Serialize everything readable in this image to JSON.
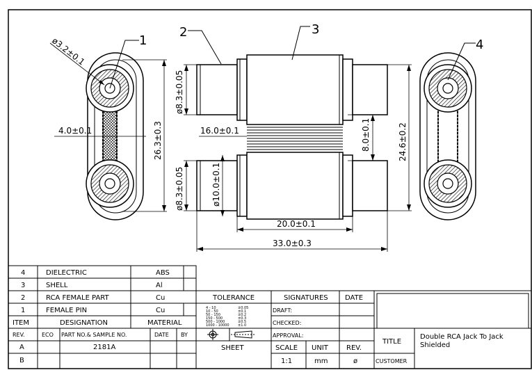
{
  "drawing": {
    "callouts": [
      "1",
      "2",
      "3",
      "4"
    ],
    "dimensions": {
      "hole_dia": "ø3.2±0.1",
      "web_width": "4.0±0.1",
      "front_height": "26.3±0.3",
      "top_dia": "ø8.3±0.05",
      "bottom_dia": "ø8.3±0.05",
      "inner_dia": "ø10.0±0.1",
      "width_16": "16.0±0.1",
      "gap_8": "8.0±0.1",
      "height_246": "24.6±0.2",
      "length_20": "20.0±0.1",
      "length_33": "33.0±0.3"
    }
  },
  "bom": {
    "rows": [
      {
        "item": "4",
        "designation": "DIELECTRIC",
        "material": "ABS"
      },
      {
        "item": "3",
        "designation": "SHELL",
        "material": "Al"
      },
      {
        "item": "2",
        "designation": "RCA FEMALE PART",
        "material": "Cu"
      },
      {
        "item": "1",
        "designation": "FEMALE PIN",
        "material": "Cu"
      }
    ],
    "header": {
      "item": "ITEM",
      "designation": "DESIGNATION",
      "material": "MATERIAL"
    }
  },
  "revisions": {
    "header": {
      "rev": "REV.",
      "eco": "ECO",
      "part": "PART NO.& SAMPLE NO.",
      "date": "DATE",
      "by": "BY"
    },
    "rows": [
      {
        "rev": "A",
        "part": "2181A"
      },
      {
        "rev": "B",
        "part": ""
      }
    ]
  },
  "tolerance": {
    "title": "TOLERANCE",
    "ranges": [
      "4 - 10",
      "10 - 50",
      "50 - 150",
      "150 - 500",
      "500 - 1000",
      "1000 - 10000"
    ],
    "values": [
      "±0.05",
      "±0.1",
      "±0.2",
      "±0.3",
      "±0.5",
      "±1.0"
    ]
  },
  "signatures": {
    "title": "SIGNATURES",
    "date_label": "DATE",
    "draft": "DRAFT:",
    "checked": "CHECKED:",
    "approval": "APPROVAL:"
  },
  "footer": {
    "sheet": "SHEET",
    "scale_label": "SCALE",
    "scale_value": "1:1",
    "unit_label": "UNIT",
    "unit_value": "mm",
    "rev_label": "REV.",
    "rev_value": "ø",
    "title_label": "TITLE",
    "title_value_1": "Double RCA Jack To Jack",
    "title_value_2": "Shielded",
    "customer": "CUSTOMER"
  }
}
